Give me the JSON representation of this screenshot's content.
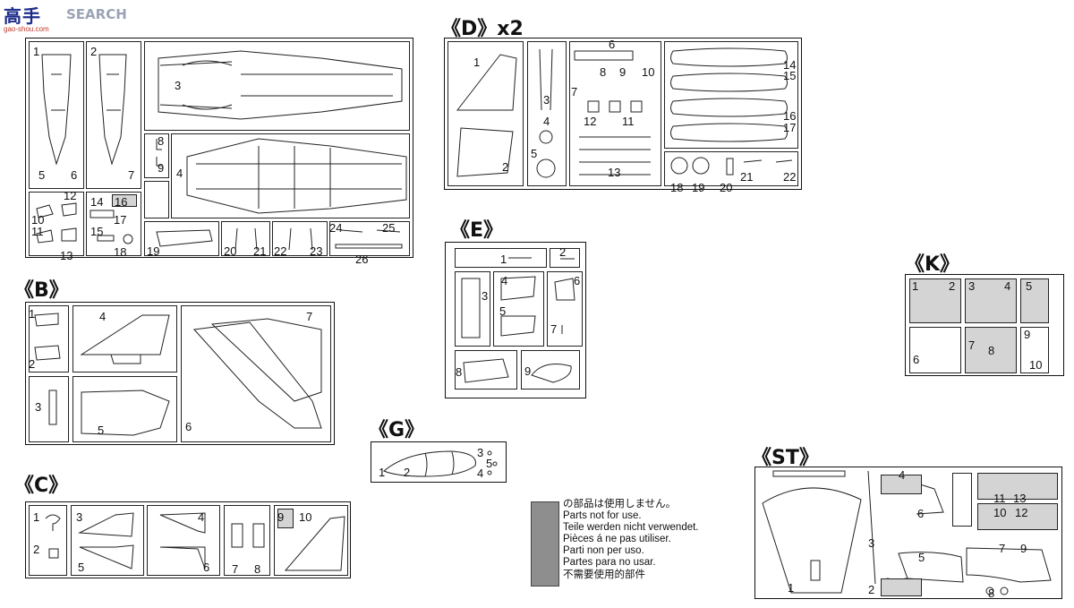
{
  "brand": {
    "logo_cn": "高手",
    "logo_en": "SEARCH",
    "logo_url": "gao-shou.com"
  },
  "sections": {
    "B": "《B》",
    "C": "《C》",
    "D": "《D》x2",
    "E": "《E》",
    "G": "《G》",
    "K": "《K》",
    "ST": "《ST》"
  },
  "legend": {
    "swatch_color": "#8e8e8e",
    "lines": [
      "の部品は使用しません。",
      "Parts not for use.",
      "Teile werden nicht verwendet.",
      "Pièces á ne pas utiliser.",
      "Parti non per uso.",
      "Partes para no usar.",
      "不需要使用的部件"
    ]
  },
  "part_numbers": {
    "A": [
      "1",
      "2",
      "3",
      "4",
      "5",
      "6",
      "7",
      "8",
      "9",
      "10",
      "11",
      "12",
      "13",
      "14",
      "15",
      "16",
      "17",
      "18",
      "19",
      "20",
      "21",
      "22",
      "23",
      "24",
      "25",
      "26"
    ],
    "B": [
      "1",
      "2",
      "3",
      "4",
      "5",
      "6",
      "7"
    ],
    "C": [
      "1",
      "2",
      "3",
      "4",
      "5",
      "6",
      "7",
      "8",
      "9",
      "10"
    ],
    "D": [
      "1",
      "2",
      "3",
      "4",
      "5",
      "6",
      "7",
      "8",
      "9",
      "10",
      "11",
      "12",
      "13",
      "14",
      "15",
      "16",
      "17",
      "18",
      "19",
      "20",
      "21",
      "22"
    ],
    "E": [
      "1",
      "2",
      "3",
      "4",
      "5",
      "6",
      "7",
      "8",
      "9"
    ],
    "G": [
      "1",
      "2",
      "3",
      "4",
      "5"
    ],
    "K": [
      "1",
      "2",
      "3",
      "4",
      "5",
      "6",
      "7",
      "8",
      "9",
      "10"
    ],
    "ST": [
      "1",
      "2",
      "3",
      "4",
      "5",
      "6",
      "7",
      "8",
      "9",
      "10",
      "11",
      "12",
      "13"
    ]
  }
}
